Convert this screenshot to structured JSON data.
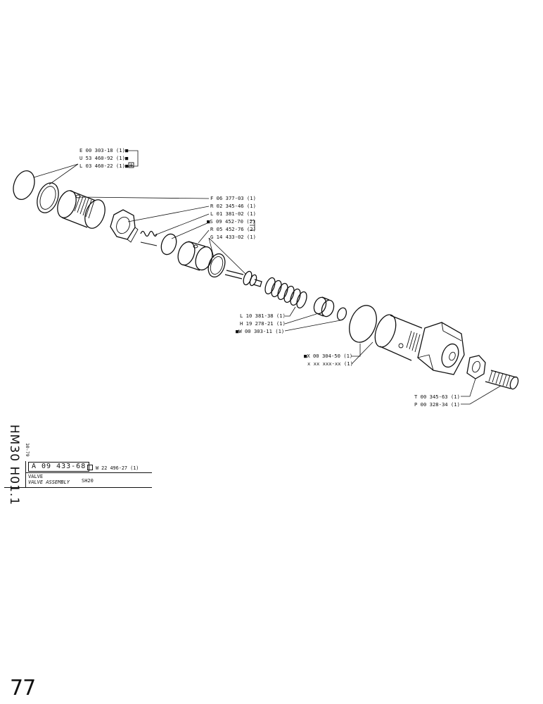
{
  "callouts": [
    {
      "text": "E 00 303-18 (1)■"
    },
    {
      "text": "U 53 460-92 (1)■"
    },
    {
      "text": "L 03 460-22 (1)■"
    },
    {
      "text": "F 06 377-03 (1)"
    },
    {
      "text": "R 02 345-46 (1)"
    },
    {
      "text": "L 01 381-02 (1)"
    },
    {
      "text": "■S 09 452-70 (2)"
    },
    {
      "text": "R 05 452-76 (2)"
    },
    {
      "text": "G 14 433-02 (1)"
    },
    {
      "text": "L 10 381-38 (1)"
    },
    {
      "text": "H 19 278-21 (1)"
    },
    {
      "text": "■W 00 303-11 (1)"
    },
    {
      "text": "■X 00 304-50 (1)"
    },
    {
      "text": "x xx xxx-xx (1)"
    },
    {
      "text": "T 00 345-63 (1)"
    },
    {
      "text": "P 00 328-34 (1)"
    }
  ],
  "title_block": {
    "model_code": "HM30 H01.1",
    "date": "10-79",
    "ref_number": "A 09 433-68",
    "alt_ref": "W 22 496-27 (1)",
    "name_line1": "VALVE",
    "name_line2": "VALVE ASSEMBLY",
    "sub_name": "SH20"
  },
  "page_number": "77"
}
